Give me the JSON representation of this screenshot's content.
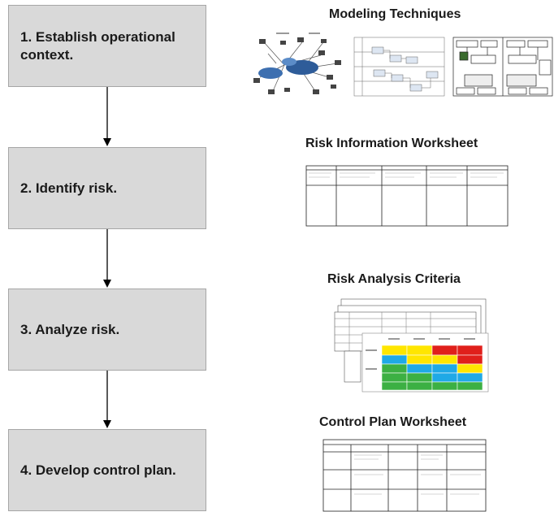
{
  "steps": [
    {
      "label": "1.  Establish operational context."
    },
    {
      "label": "2.  Identify risk."
    },
    {
      "label": "3.  Analyze risk."
    },
    {
      "label": "4.  Develop control plan."
    }
  ],
  "artifacts": [
    {
      "title": "Modeling Techniques",
      "thumbnails": [
        "network-diagram",
        "swimlane-process-diagram",
        "system-context-diagram"
      ]
    },
    {
      "title": "Risk Information Worksheet",
      "thumbnails": [
        "risk-information-table"
      ]
    },
    {
      "title": "Risk Analysis Criteria",
      "thumbnails": [
        "criteria-table",
        "risk-heat-matrix"
      ]
    },
    {
      "title": "Control Plan Worksheet",
      "thumbnails": [
        "control-plan-table"
      ]
    }
  ],
  "colors": {
    "box_fill": "#d9d9d9",
    "box_border": "#a6a6a6",
    "arrow": "#000000",
    "matrix_red": "#e0201b",
    "matrix_yellow": "#ffe600",
    "matrix_green": "#3cb043",
    "matrix_blue": "#1fa9e6"
  }
}
